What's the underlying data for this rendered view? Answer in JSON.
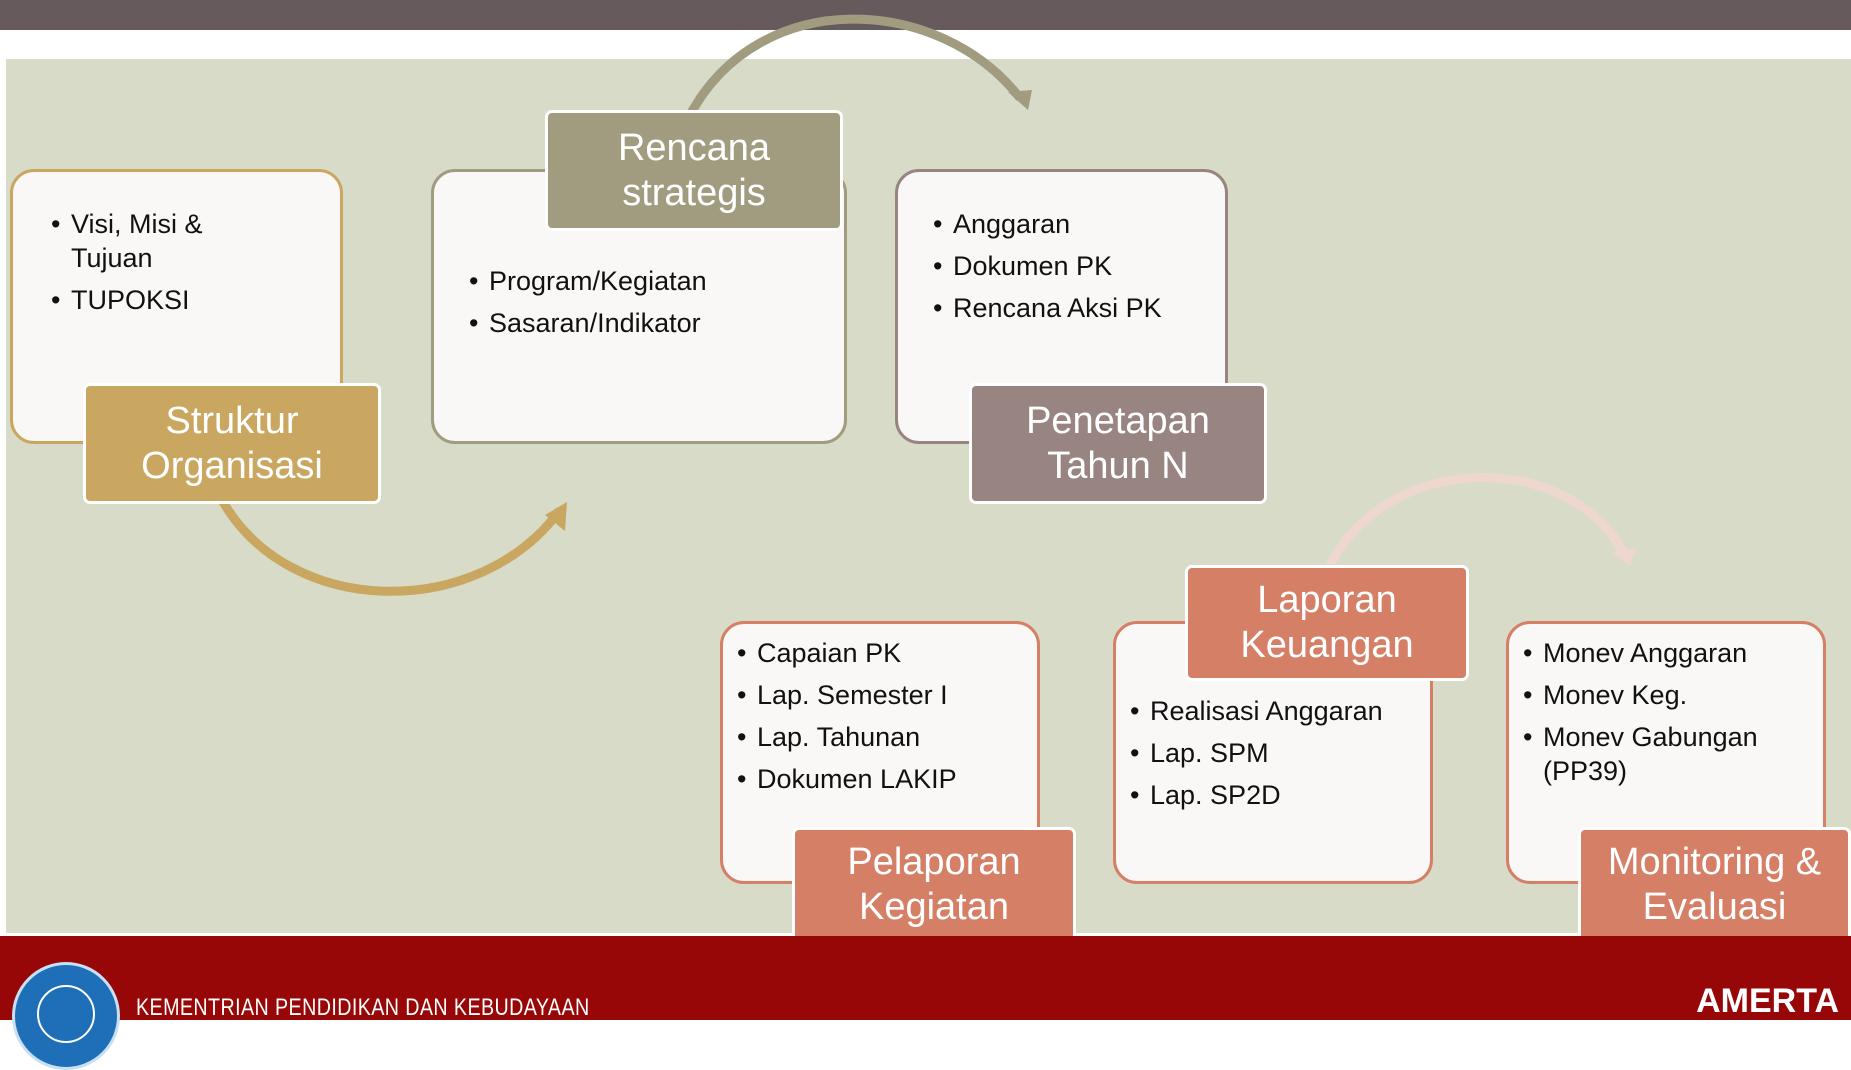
{
  "colors": {
    "gold": "#c9a760",
    "olive": "#a19b7f",
    "mauve": "#988480",
    "salmon": "#d47f66",
    "footer": "#980708",
    "topbar": "#675a5c",
    "background": "#d8dbc8"
  },
  "steps": [
    {
      "label": "Struktur Organisasi",
      "bullets": [
        "Visi, Misi & Tujuan",
        "TUPOKSI"
      ]
    },
    {
      "label": "Rencana strategis",
      "bullets": [
        "Program/Kegiatan",
        "Sasaran/Indikator"
      ]
    },
    {
      "label": "Penetapan Tahun N",
      "bullets": [
        "Anggaran",
        "Dokumen PK",
        "Rencana Aksi PK"
      ]
    },
    {
      "label": "Pelaporan Kegiatan",
      "bullets": [
        "Capaian PK",
        "Lap. Semester I",
        "Lap. Tahunan",
        "Dokumen LAKIP"
      ]
    },
    {
      "label": "Laporan Keuangan",
      "bullets": [
        "Realisasi Anggaran",
        "Lap. SPM",
        "Lap. SP2D"
      ]
    },
    {
      "label": "Monitoring & Evaluasi",
      "bullets": [
        "Monev Anggaran",
        "Monev Keg.",
        "Monev Gabungan (PP39)"
      ]
    }
  ],
  "footer": {
    "logo_icon": "ministry-seal-icon",
    "ministry": "KEMENTRIAN PENDIDIKAN DAN KEBUDAYAAN",
    "brand": "AMERTA"
  }
}
